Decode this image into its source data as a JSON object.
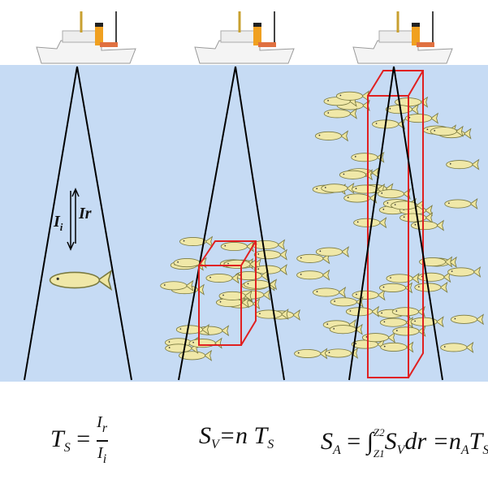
{
  "panels": [
    {
      "name": "target-strength",
      "equation": {
        "lhs": "T",
        "lhs_sub": "S",
        "eq": "=",
        "num": "I",
        "num_sub": "r",
        "den": "I",
        "den_sub": "i"
      }
    },
    {
      "name": "volume-backscatter",
      "equation": {
        "lhs": "S",
        "lhs_sub": "V",
        "rhs": "=n T",
        "rhs_sub": "S"
      }
    },
    {
      "name": "area-backscatter",
      "equation": {
        "lhs": "S",
        "lhs_sub": "A",
        "eq": "=",
        "integral": "∫",
        "upper": "Z2",
        "lower": "Z1",
        "body": "S",
        "body_sub": "V",
        "dr": "dr =n",
        "n_sub": "A",
        "t": "T",
        "t_sub": "S"
      }
    }
  ],
  "labels": {
    "incident": "I",
    "incident_sub": "i",
    "reflected": "Ir"
  },
  "colors": {
    "water": "#c6dbf4",
    "beam": "#000000",
    "box": "#e02020",
    "fish": "#f0e8a8"
  }
}
